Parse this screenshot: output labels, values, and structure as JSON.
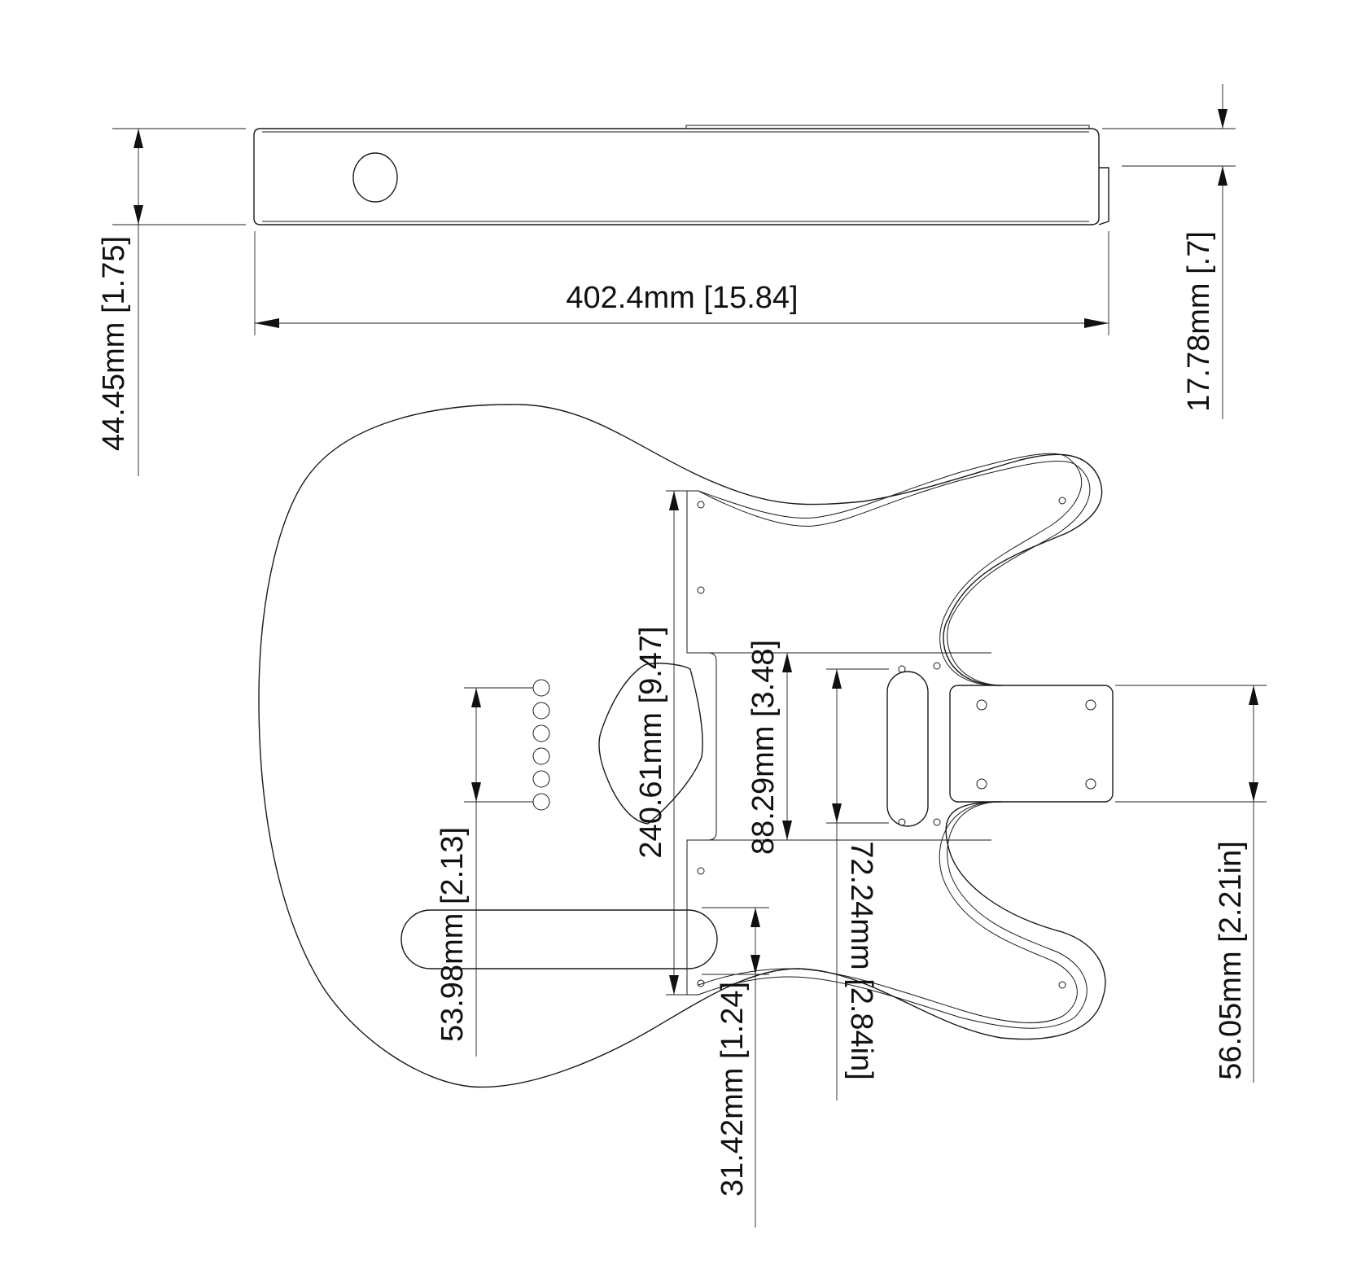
{
  "dimensions": {
    "body_thickness": "44.45mm [1.75]",
    "body_length": "402.4mm [15.84]",
    "neck_pocket_depth": "17.78mm [.7]",
    "pickguard_length": "240.61mm [9.47]",
    "cavity_length": "88.29mm [3.48]",
    "pickup_spacing": "72.24mm [2.84in]",
    "neck_pocket_width": "56.05mm [2.21in]",
    "string_ferrule_span": "53.98mm [2.13]",
    "bridge_pickup_offset": "31.42mm [1.24]"
  },
  "colors": {
    "line": "#1a1a1a",
    "background": "#ffffff"
  }
}
